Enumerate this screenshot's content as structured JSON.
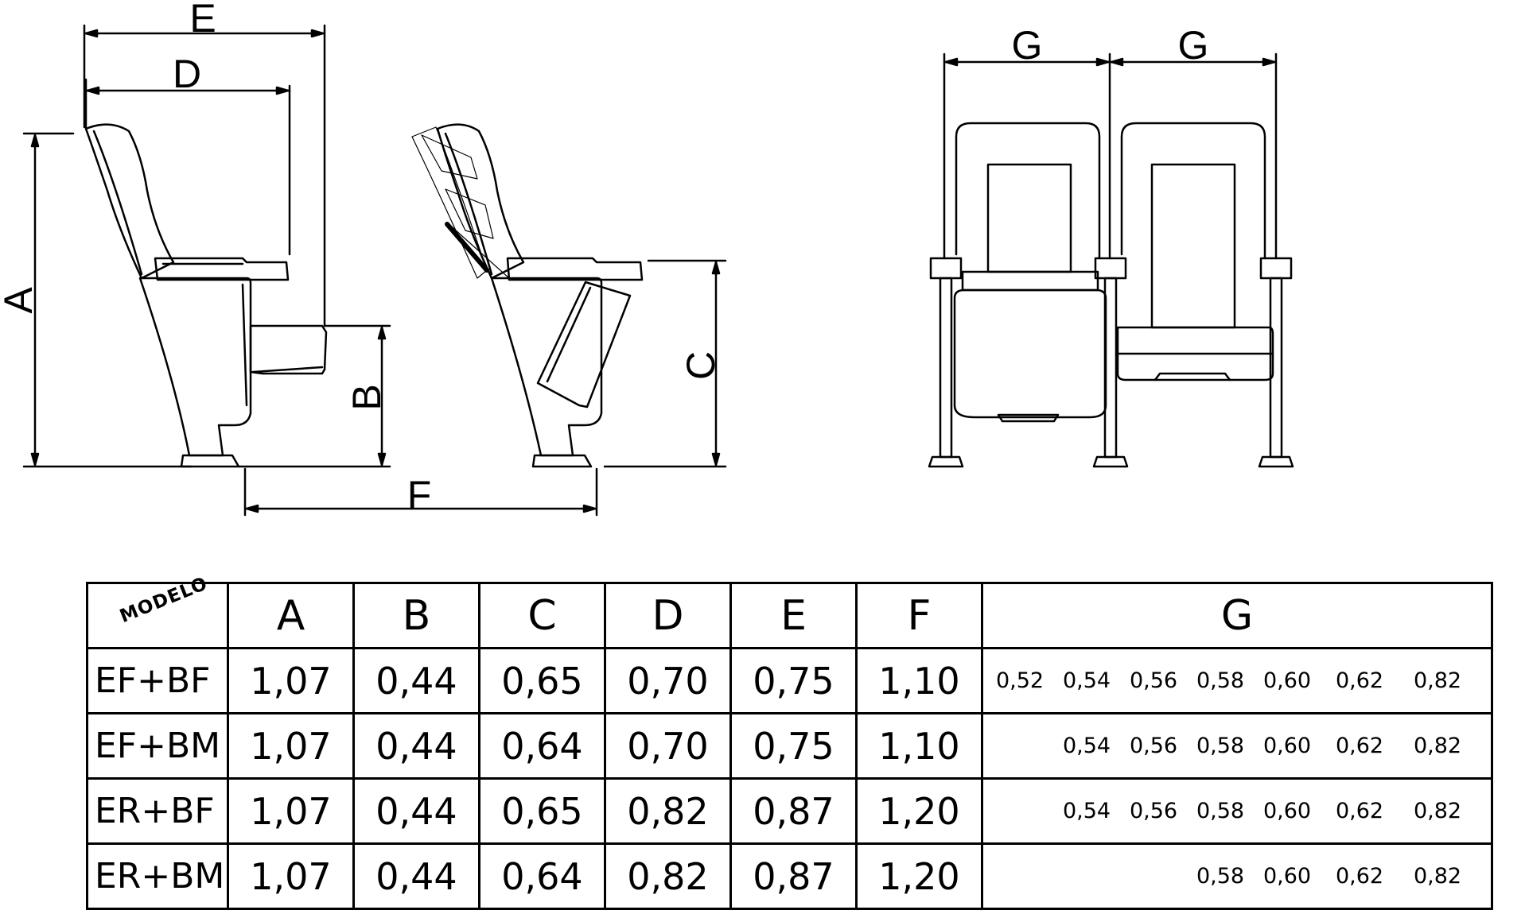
{
  "dimension_labels": {
    "a": "A",
    "b": "B",
    "c": "C",
    "d": "D",
    "e": "E",
    "f": "F",
    "g1": "G",
    "g2": "G"
  },
  "table": {
    "header_model": "MODELO",
    "columns": [
      "A",
      "B",
      "C",
      "D",
      "E",
      "F",
      "G"
    ],
    "rows": [
      {
        "model": "EF+BF",
        "values": [
          "1,07",
          "0,44",
          "0,65",
          "0,70",
          "0,75",
          "1,10"
        ],
        "g": [
          "0,52",
          "0,54",
          "0,56",
          "0,58",
          "0,60",
          "0,62",
          "0,82"
        ]
      },
      {
        "model": "EF+BM",
        "values": [
          "1,07",
          "0,44",
          "0,64",
          "0,70",
          "0,75",
          "1,10"
        ],
        "g": [
          "",
          "0,54",
          "0,56",
          "0,58",
          "0,60",
          "0,62",
          "0,82"
        ]
      },
      {
        "model": "ER+BF",
        "values": [
          "1,07",
          "0,44",
          "0,65",
          "0,82",
          "0,87",
          "1,20"
        ],
        "g": [
          "",
          "0,54",
          "0,56",
          "0,58",
          "0,60",
          "0,62",
          "0,82"
        ]
      },
      {
        "model": "ER+BM",
        "values": [
          "1,07",
          "0,44",
          "0,64",
          "0,82",
          "0,87",
          "1,20"
        ],
        "g": [
          "",
          "",
          "",
          "0,58",
          "0,60",
          "0,62",
          "0,82"
        ]
      }
    ]
  }
}
